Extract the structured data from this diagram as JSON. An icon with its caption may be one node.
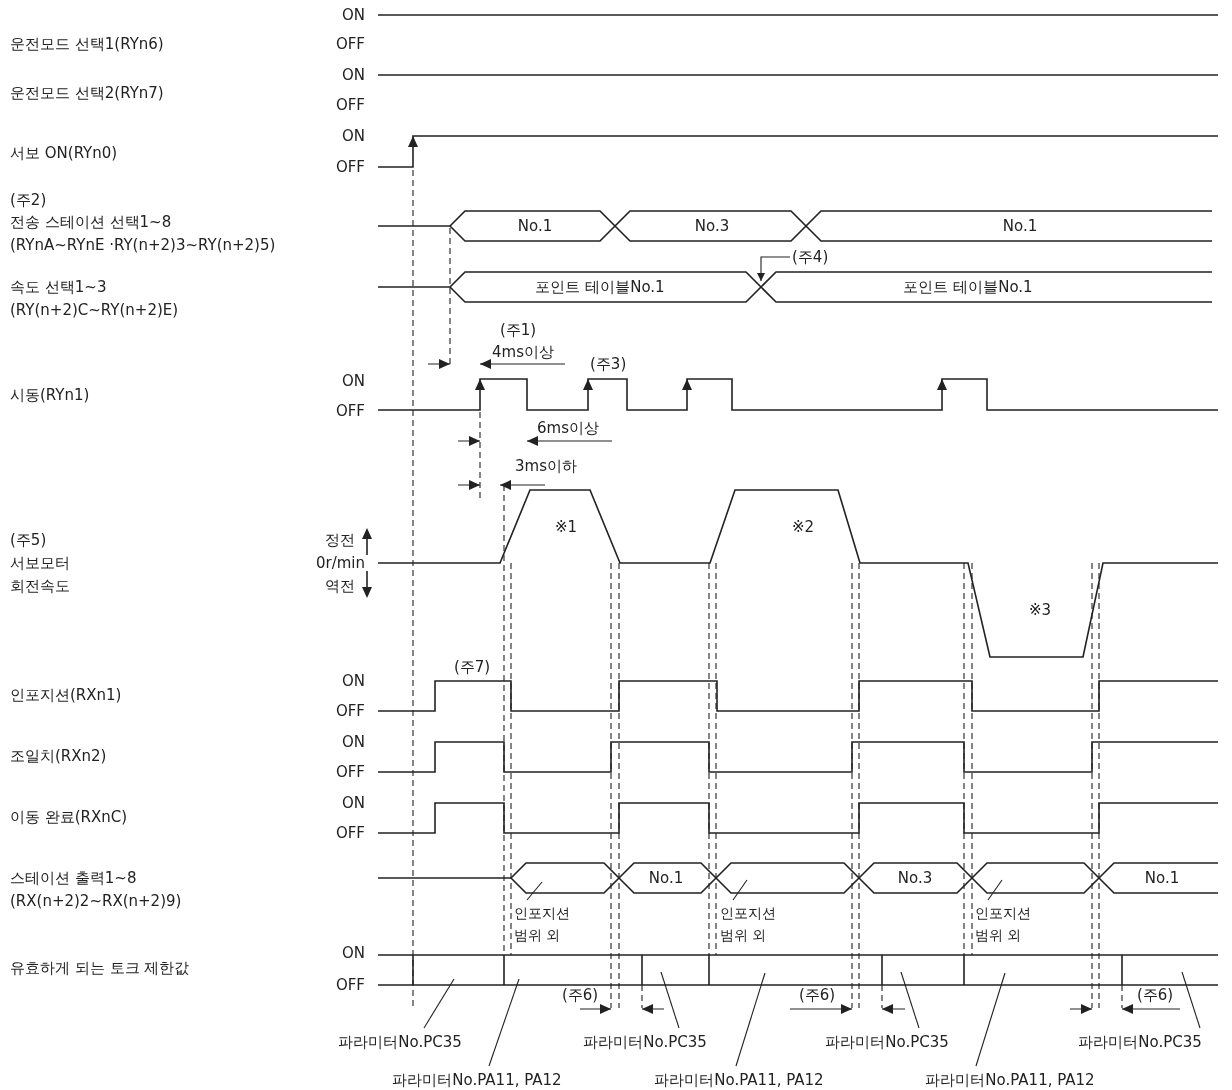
{
  "diagram": {
    "nodes": [
      {
        "text": [
          "(주4)"
        ]
      },
      {
        "text": [
          "인포지션 범위 외"
        ]
      },
      {
        "text": [
          "인포지션 범위 외"
        ]
      },
      {
        "text": [
          "인포지션 범위 외"
        ]
      },
      {
        "text": [
          "파라미터No.PC35"
        ]
      },
      {
        "text": [
          "파라미터No.PC35"
        ]
      },
      {
        "text": [
          "파라미터No.PC35"
        ]
      },
      {
        "text": [
          "파라미터No.PC35"
        ]
      },
      {
        "text": [
          "파라미터No.PA11, PA12"
        ]
      },
      {
        "text": [
          "파라미터No.PA11, PA12"
        ]
      },
      {
        "text": [
          "파라미터No.PA11, PA12"
        ]
      }
    ],
    "edges": [
      {
        "from": 0,
        "to": null,
        "arrow": "to"
      },
      {
        "from": 1,
        "to": null,
        "arrow": "none"
      },
      {
        "from": 2,
        "to": null,
        "arrow": "none"
      },
      {
        "from": 3,
        "to": null,
        "arrow": "none"
      },
      {
        "from": 4,
        "to": null,
        "arrow": "none"
      },
      {
        "from": 5,
        "to": null,
        "arrow": "none"
      },
      {
        "from": 6,
        "to": null,
        "arrow": "none"
      },
      {
        "from": 7,
        "to": null,
        "arrow": "none"
      },
      {
        "from": 8,
        "to": null,
        "arrow": "none"
      },
      {
        "from": 9,
        "to": null,
        "arrow": "none"
      },
      {
        "from": 10,
        "to": null,
        "arrow": "none"
      }
    ],
    "labels": [
      "운전모드 선택1(RYn6)",
      "ON",
      "OFF",
      "운전모드 선택2(RYn7)",
      "ON",
      "OFF",
      "서보 ON(RYn0)",
      "ON",
      "OFF",
      "(주2)",
      "전송 스테이션 선택1~8",
      "(RYnA~RYnE ·RY(n+2)3~RY(n+2)5)",
      "No.1",
      "No.3",
      "No.1",
      "속도 선택1~3",
      "(RY(n+2)C~RY(n+2)E)",
      "포인트 테이블No.1",
      "포인트 테이블No.1",
      "(주1)",
      "4ms이상",
      "(주3)",
      "시동(RYn1)",
      "ON",
      "OFF",
      "6ms이상",
      "3ms이하",
      "(주5)",
      "서보모터",
      "회전속도",
      "정전",
      "0r/min",
      "역전",
      "※1",
      "※2",
      "※3",
      "(주7)",
      "인포지션(RXn1)",
      "ON",
      "OFF",
      "조일치(RXn2)",
      "ON",
      "OFF",
      "이동 완료(RXnC)",
      "ON",
      "OFF",
      "스테이션 출력1~8",
      "(RX(n+2)2~RX(n+2)9)",
      "No.1",
      "No.3",
      "No.1",
      "유효하게 되는 토크 제한값",
      "ON",
      "OFF",
      "(주6)",
      "(주6)",
      "(주6)"
    ]
  }
}
